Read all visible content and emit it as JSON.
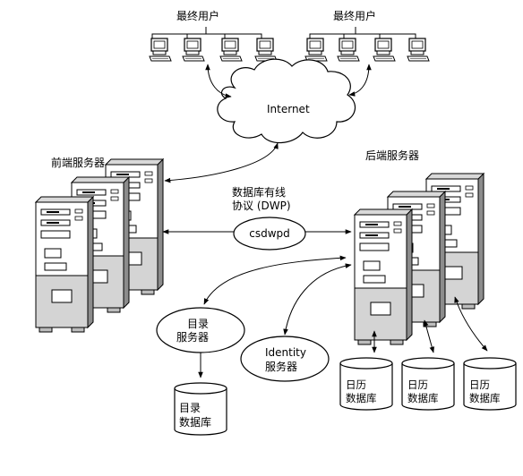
{
  "diagram": {
    "end_users_left": "最终用户",
    "end_users_right": "最终用户",
    "internet": "Internet",
    "front_end_servers": "前端服务器",
    "back_end_servers": "后端服务器",
    "dwp_line1": "数据库有线",
    "dwp_line2": "协议 (DWP)",
    "csdwpd": "csdwpd",
    "directory_server_line1": "目录",
    "directory_server_line2": "服务器",
    "identity_server_line1": "Identity",
    "identity_server_line2": "服务器",
    "directory_db_line1": "目录",
    "directory_db_line2": "数据库",
    "calendar_db_line1": "日历",
    "calendar_db_line2": "数据库"
  }
}
